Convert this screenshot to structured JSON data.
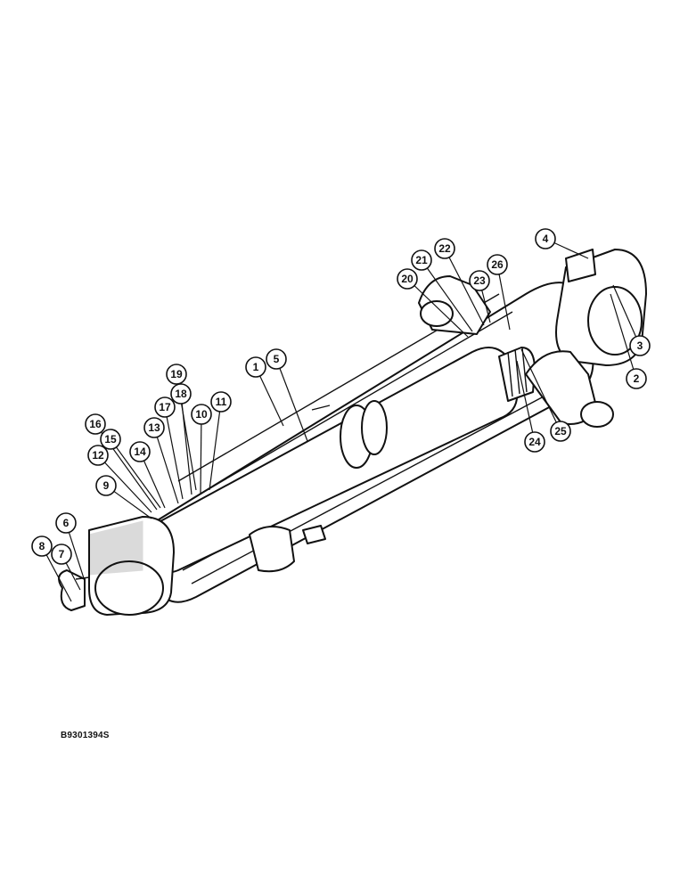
{
  "figure_code": "B9301394S",
  "callouts": [
    "1",
    "2",
    "3",
    "4",
    "5",
    "6",
    "7",
    "8",
    "9",
    "10",
    "11",
    "12",
    "13",
    "14",
    "15",
    "16",
    "17",
    "18",
    "19",
    "20",
    "21",
    "22",
    "23",
    "24",
    "25",
    "26"
  ]
}
